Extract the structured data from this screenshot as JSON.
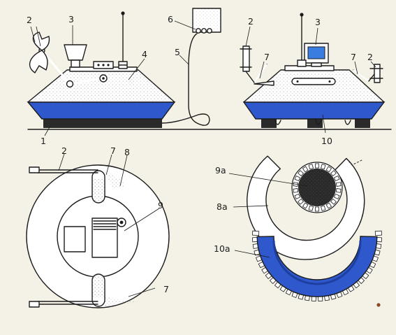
{
  "colors": {
    "background": "#f4f1e6",
    "ink": "#1c1c1c",
    "blue": "#2f58cc",
    "blue_dark": "#1f3f9e",
    "dark_core": "#2a2a2a",
    "screen": "#3a7de0"
  },
  "labels": {
    "claws": "2",
    "hopper": "3",
    "shell": "4",
    "cable": "5",
    "control_box": "6",
    "tv_screen": "3",
    "pan_claw_left": "2",
    "arm_7_left": "7",
    "arm_7_right": "7",
    "claw_right": "2",
    "track": "1",
    "skirt": "10",
    "plan_claw": "2",
    "plan_arm_7_top": "7",
    "plan_hull": "8",
    "plan_turret": "9",
    "plan_arm_7_bottom": "7",
    "ring_gear": "9a",
    "ring_c": "8a",
    "ring_skirt": "10a"
  }
}
